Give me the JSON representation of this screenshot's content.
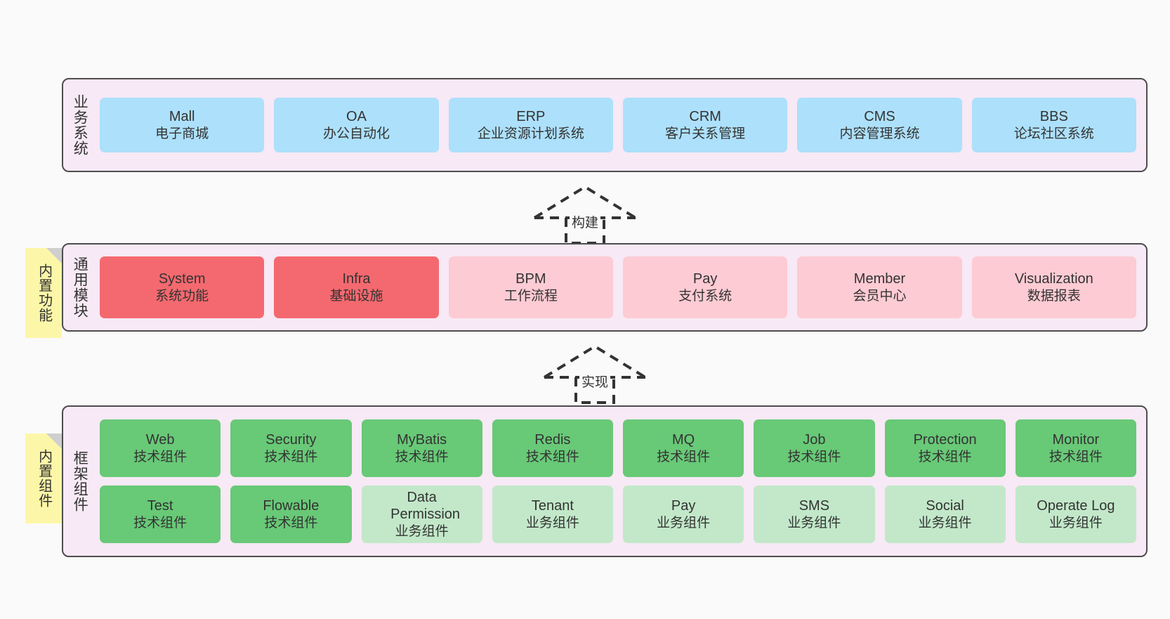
{
  "diagram": {
    "background_color": "#fafafa",
    "panel_color": "#f7e9f5",
    "panel_border_color": "#4d4d4d",
    "note_color": "#fcf7a8"
  },
  "layers": [
    {
      "id": "business-systems",
      "title": "业务系统",
      "note": null,
      "box_color": "#ade0fb",
      "rows": [
        {
          "style": "blue",
          "items": [
            {
              "en": "Mall",
              "cn": "电子商城"
            },
            {
              "en": "OA",
              "cn": "办公自动化"
            },
            {
              "en": "ERP",
              "cn": "企业资源计划系统"
            },
            {
              "en": "CRM",
              "cn": "客户关系管理"
            },
            {
              "en": "CMS",
              "cn": "内容管理系统"
            },
            {
              "en": "BBS",
              "cn": "论坛社区系统"
            }
          ]
        }
      ]
    },
    {
      "id": "common-modules",
      "title": "通用模块",
      "note": "内置功能",
      "rows": [
        {
          "items": [
            {
              "en": "System",
              "cn": "系统功能",
              "style": "red"
            },
            {
              "en": "Infra",
              "cn": "基础设施",
              "style": "red"
            },
            {
              "en": "BPM",
              "cn": "工作流程",
              "style": "pink"
            },
            {
              "en": "Pay",
              "cn": "支付系统",
              "style": "pink"
            },
            {
              "en": "Member",
              "cn": "会员中心",
              "style": "pink"
            },
            {
              "en": "Visualization",
              "cn": "数据报表",
              "style": "pink"
            }
          ]
        }
      ]
    },
    {
      "id": "framework-components",
      "title": "框架组件",
      "note": "内置组件",
      "rows": [
        {
          "items": [
            {
              "en": "Web",
              "cn": "技术组件",
              "style": "green"
            },
            {
              "en": "Security",
              "cn": "技术组件",
              "style": "green"
            },
            {
              "en": "MyBatis",
              "cn": "技术组件",
              "style": "green"
            },
            {
              "en": "Redis",
              "cn": "技术组件",
              "style": "green"
            },
            {
              "en": "MQ",
              "cn": "技术组件",
              "style": "green"
            },
            {
              "en": "Job",
              "cn": "技术组件",
              "style": "green"
            },
            {
              "en": "Protection",
              "cn": "技术组件",
              "style": "green"
            },
            {
              "en": "Monitor",
              "cn": "技术组件",
              "style": "green"
            }
          ]
        },
        {
          "items": [
            {
              "en": "Test",
              "cn": "技术组件",
              "style": "green"
            },
            {
              "en": "Flowable",
              "cn": "技术组件",
              "style": "green"
            },
            {
              "en": "Data Permission",
              "cn": "业务组件",
              "style": "lgreen"
            },
            {
              "en": "Tenant",
              "cn": "业务组件",
              "style": "lgreen"
            },
            {
              "en": "Pay",
              "cn": "业务组件",
              "style": "lgreen"
            },
            {
              "en": "SMS",
              "cn": "业务组件",
              "style": "lgreen"
            },
            {
              "en": "Social",
              "cn": "业务组件",
              "style": "lgreen"
            },
            {
              "en": "Operate Log",
              "cn": "业务组件",
              "style": "lgreen"
            }
          ]
        }
      ]
    }
  ],
  "connectors": [
    {
      "id": "build",
      "label": "构建"
    },
    {
      "id": "implement",
      "label": "实现"
    }
  ]
}
